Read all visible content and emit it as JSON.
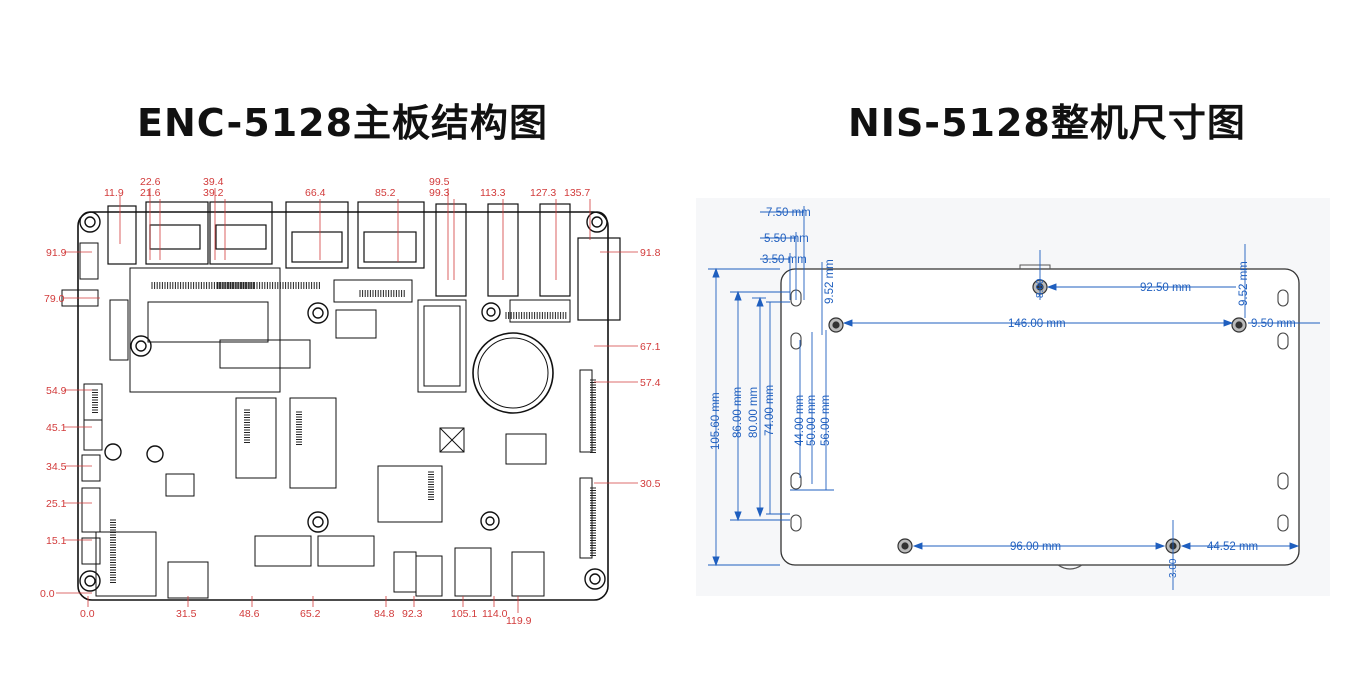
{
  "titles": {
    "left": "ENC-5128主板结构图",
    "right": "NIS-5128整机尺寸图"
  },
  "colors": {
    "dim_left": "#d23b3b",
    "dim_right": "#1f5fbf",
    "outline": "#111111"
  },
  "left_diagram": {
    "top_dims": [
      "11.9",
      "22.6",
      "21.6",
      "39.4",
      "39.2",
      "66.4",
      "85.2",
      "99.5",
      "99.3",
      "113.3",
      "127.3",
      "135.7"
    ],
    "left_dims": [
      "91.9",
      "79.0",
      "54.9",
      "45.1",
      "34.5",
      "25.1",
      "15.1",
      "0.0"
    ],
    "right_dims": [
      "91.8",
      "67.1",
      "57.4",
      "30.5"
    ],
    "bottom_dims": [
      "0.0",
      "31.5",
      "48.6",
      "65.2",
      "84.8",
      "92.3",
      "105.1",
      "114.0",
      "119.9"
    ]
  },
  "right_diagram": {
    "dims": {
      "d_7_50": "7.50 mm",
      "d_5_50": "5.50 mm",
      "d_3_50": "3.50 mm",
      "d_92_50": "92.50 mm",
      "d_146_00": "146.00 mm",
      "d_9_50": "9.50 mm",
      "d_9_52_a": "9.52 mm",
      "d_9_52_b": "9.52 mm",
      "d_105_60": "105.60 mm",
      "d_86_00": "86.00 mm",
      "d_80_00": "80.00 mm",
      "d_74_00": "74.00 mm",
      "d_44_00": "44.00 mm",
      "d_50_00": "50.00 mm",
      "d_56_00": "56.00 mm",
      "d_96_00": "96.00 mm",
      "d_44_52": "44.52 mm",
      "d_8_00": "8.00",
      "d_3_00": "3.00"
    }
  }
}
